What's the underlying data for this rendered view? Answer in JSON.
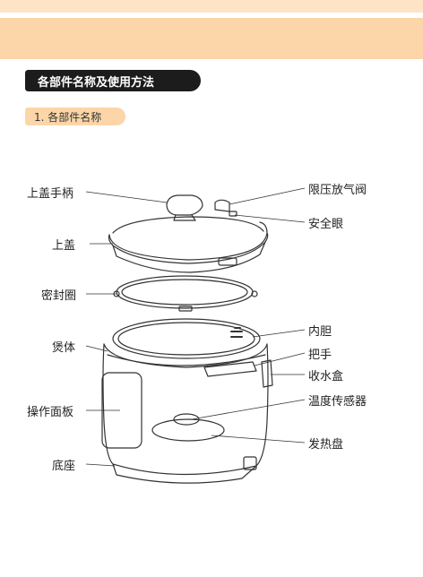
{
  "section_title": "各部件名称及使用方法",
  "subsection_title": "1. 各部件名称",
  "parts": {
    "lid_handle": "上盖手柄",
    "lid": "上盖",
    "seal_ring": "密封圈",
    "body": "煲体",
    "control_panel": "操作面板",
    "base": "底座",
    "pressure_valve": "限压放气阀",
    "safety_hole": "安全眼",
    "inner_pot": "内胆",
    "handle": "把手",
    "water_box": "收水盒",
    "temp_sensor": "温度传感器",
    "heating_plate": "发热盘"
  },
  "colors": {
    "band": "#fcd6a8",
    "stripe": "#fde4c6",
    "header_bg": "#1c1c1c"
  }
}
